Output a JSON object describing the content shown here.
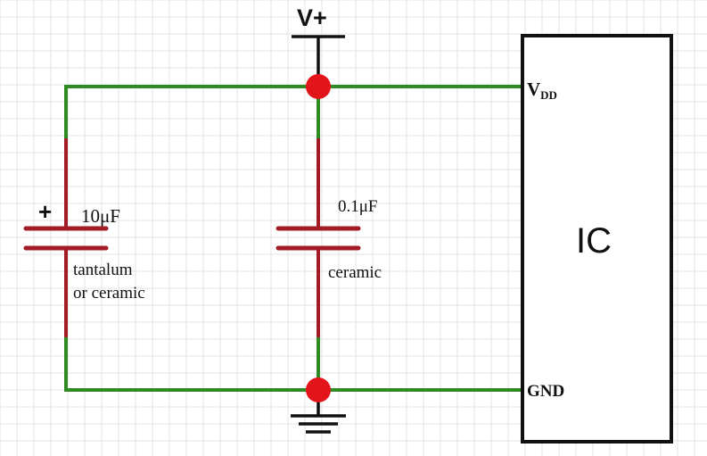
{
  "supply": {
    "label": "V+"
  },
  "ic": {
    "label": "IC",
    "pin_vdd_main": "V",
    "pin_vdd_sub": "DD",
    "pin_gnd": "GND"
  },
  "cap_bulk": {
    "polarity": "+",
    "value": "10μF",
    "type_line1": "tantalum",
    "type_line2": "or ceramic"
  },
  "cap_decoupling": {
    "value": "0.1μF",
    "type": "ceramic"
  },
  "colors": {
    "wire": "#2e8b22",
    "capacitor": "#a31b24",
    "node": "#e3141a",
    "outline": "#111111",
    "grid": "#e3e3e3"
  }
}
